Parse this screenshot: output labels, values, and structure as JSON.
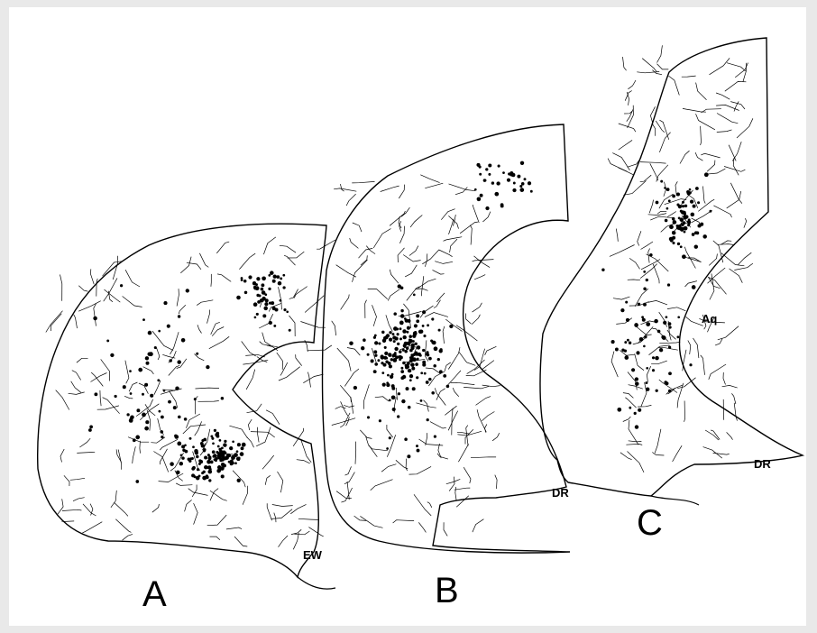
{
  "figure": {
    "background_color": "#e9e9e9",
    "canvas_color": "#ffffff",
    "ink_color": "#000000",
    "panels": [
      {
        "id": "A",
        "label": "A",
        "region_label": "EW"
      },
      {
        "id": "B",
        "label": "B",
        "region_label": "DR"
      },
      {
        "id": "C",
        "label": "C",
        "region_label": "DR",
        "aqueduct_label": "Aq"
      }
    ]
  }
}
